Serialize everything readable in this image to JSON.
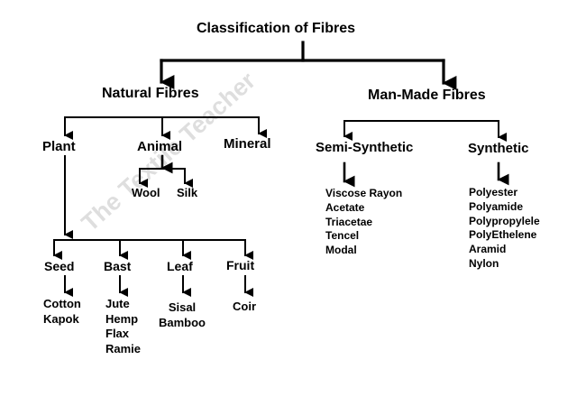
{
  "title": "Classification of Fibres",
  "watermark": "The Textile Teacher",
  "natural": {
    "label": "Natural Fibres",
    "plant": "Plant",
    "animal": "Animal",
    "mineral": "Mineral",
    "animal_items": [
      "Wool",
      "Silk"
    ],
    "plant_types": {
      "seed": {
        "label": "Seed",
        "items": [
          "Cotton",
          "Kapok"
        ]
      },
      "bast": {
        "label": "Bast",
        "items": [
          "Jute",
          "Hemp",
          "Flax",
          "Ramie"
        ]
      },
      "leaf": {
        "label": "Leaf",
        "items": [
          "Sisal",
          "Bamboo"
        ]
      },
      "fruit": {
        "label": "Fruit",
        "items": [
          "Coir"
        ]
      }
    }
  },
  "man_made": {
    "label": "Man-Made Fibres",
    "semi_synthetic": {
      "label": "Semi-Synthetic",
      "items": [
        "Viscose Rayon",
        "Acetate",
        "Triacetae",
        "Tencel",
        "Modal"
      ]
    },
    "synthetic": {
      "label": "Synthetic",
      "items": [
        "Polyester",
        "Polyamide",
        "Polypropylele",
        "PolyEthelene",
        "Aramid",
        "Nylon"
      ]
    }
  },
  "line_color": "#000000"
}
